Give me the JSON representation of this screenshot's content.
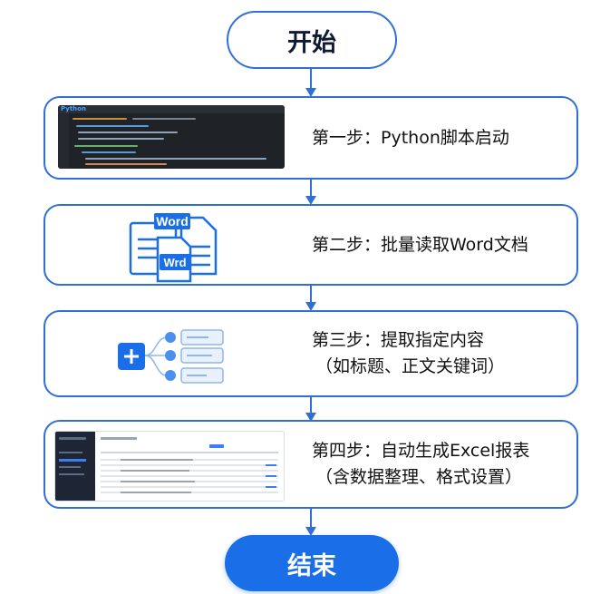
{
  "flow": {
    "start": "开始",
    "end": "结束",
    "steps": [
      {
        "line1": "第一步：Python脚本启动",
        "line2": ""
      },
      {
        "line1": "第二步：批量读取Word文档",
        "line2": ""
      },
      {
        "line1": "第三步：提取指定内容",
        "line2": "（如标题、正文关键词）"
      },
      {
        "line1": "第四步：自动生成Excel报表",
        "line2": "（含数据整理、格式设置）"
      }
    ]
  },
  "icons": {
    "step1": "code-editor-screenshot",
    "step2": "word-documents-icon",
    "step3": "extract-branches-icon",
    "step4": "spreadsheet-screenshot"
  },
  "word_icon": {
    "top_label": "Word",
    "bottom_label": "Wrd"
  },
  "editor_logo": "Python",
  "colors": {
    "accent": "#1a6fe8",
    "border": "#2f6fd6",
    "text": "#111111"
  }
}
